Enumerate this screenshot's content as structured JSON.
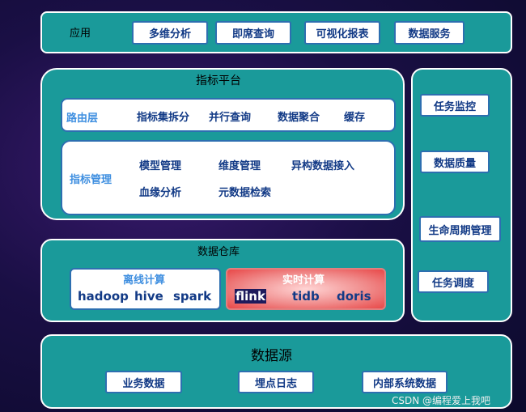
{
  "app_layer": {
    "label": "应用",
    "items": [
      "多维分析",
      "即席查询",
      "可视化报表",
      "数据服务"
    ]
  },
  "metric_platform": {
    "title": "指标平台",
    "routing": {
      "label": "路由层",
      "items": [
        "指标集拆分",
        "并行查询",
        "数据聚合",
        "缓存"
      ]
    },
    "management": {
      "label": "指标管理",
      "items": [
        "模型管理",
        "维度管理",
        "异构数据接入",
        "血缘分析",
        "元数据检索"
      ]
    }
  },
  "ops_panel": {
    "items": [
      "任务监控",
      "数据质量",
      "生命周期管理",
      "任务调度"
    ]
  },
  "warehouse": {
    "title": "数据仓库",
    "offline": {
      "label": "离线计算",
      "engines": [
        "hadoop",
        "hive",
        "spark"
      ]
    },
    "realtime": {
      "label": "实时计算",
      "engines": [
        "flink",
        "tidb",
        "doris"
      ]
    }
  },
  "source": {
    "title": "数据源",
    "items": [
      "业务数据",
      "埋点日志",
      "内部系统数据"
    ]
  },
  "watermark": "CSDN @编程爱上我吧",
  "colors": {
    "panel": "#1a9a9a",
    "box_border": "#2d6fb0",
    "text_dark": "#123a86",
    "text_light": "#3f8fe0",
    "realtime_fill": "#e84848"
  }
}
